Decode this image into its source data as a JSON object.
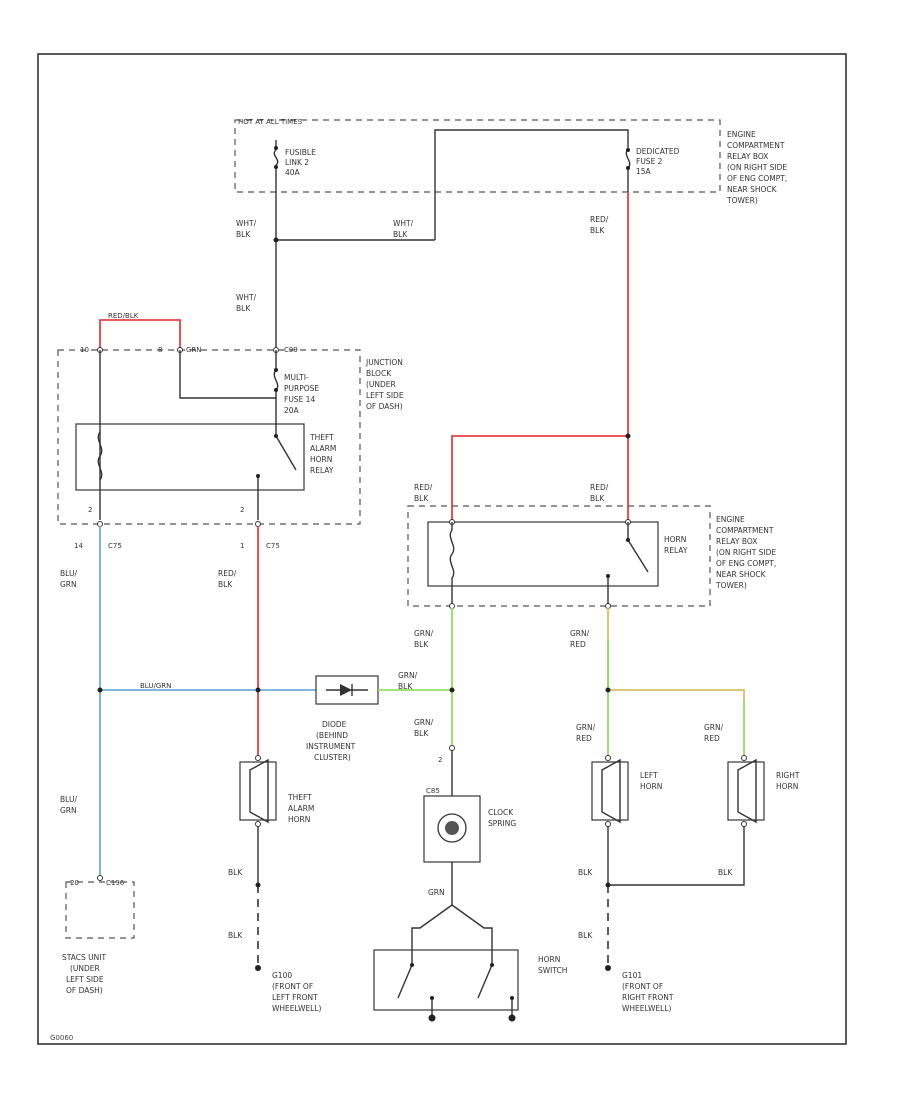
{
  "diagram": {
    "code": "G0060",
    "labels": {
      "hot_at_all_times": "HOT AT ALL TIMES",
      "fusible_link_1": "FUSIBLE",
      "fusible_link_2": "LINK 2",
      "fusible_link_3": "40A",
      "dedicated_fuse_1": "DEDICATED",
      "dedicated_fuse_2": "FUSE 2",
      "dedicated_fuse_3": "15A",
      "ecrb_top_1": "ENGINE",
      "ecrb_top_2": "COMPARTMENT",
      "ecrb_top_3": "RELAY BOX",
      "ecrb_top_4": "(ON RIGHT SIDE",
      "ecrb_top_5": "OF ENG COMPT,",
      "ecrb_top_6": "NEAR SHOCK",
      "ecrb_top_7": "TOWER)",
      "wht_blk_1a": "WHT/",
      "wht_blk_1b": "BLK",
      "wht_blk_2a": "WHT/",
      "wht_blk_2b": "BLK",
      "wht_blk_3a": "WHT/",
      "wht_blk_3b": "BLK",
      "red_blk_1a": "RED/",
      "red_blk_1b": "BLK",
      "red_blk_top": "RED/BLK",
      "grn": "GRN",
      "c_ten": "10",
      "c_8": "8",
      "c_c99": "C99",
      "junction_1": "JUNCTION",
      "junction_2": "BLOCK",
      "junction_3": "(UNDER",
      "junction_4": "LEFT SIDE",
      "junction_5": "OF DASH)",
      "mpf_1": "MULTI-",
      "mpf_2": "PURPOSE",
      "mpf_3": "FUSE 14",
      "mpf_4": "20A",
      "theft_relay_1": "THEFT",
      "theft_relay_2": "ALARM",
      "theft_relay_3": "HORN",
      "theft_relay_4": "RELAY",
      "pin_2a": "2",
      "pin_2b": "2",
      "pin_14": "14",
      "pin_1": "1",
      "c75a": "C75",
      "c75b": "C75",
      "blu_grn_1a": "BLU/",
      "blu_grn_1b": "GRN",
      "red_blk_2a": "RED/",
      "red_blk_2b": "BLK",
      "red_blk_3a": "RED/",
      "red_blk_3b": "BLK",
      "red_blk_4a": "RED/",
      "red_blk_4b": "BLK",
      "horn_relay_1": "HORN",
      "horn_relay_2": "RELAY",
      "ecrb_mid_1": "ENGINE",
      "ecrb_mid_2": "COMPARTMENT",
      "ecrb_mid_3": "RELAY BOX",
      "ecrb_mid_4": "(ON RIGHT SIDE",
      "ecrb_mid_5": "OF ENG COMPT,",
      "ecrb_mid_6": "NEAR SHOCK",
      "ecrb_mid_7": "TOWER)",
      "grn_blk_1a": "GRN/",
      "grn_blk_1b": "BLK",
      "grn_red_1a": "GRN/",
      "grn_red_1b": "RED",
      "blu_grn_h": "BLU/GRN",
      "grn_blk_2a": "GRN/",
      "grn_blk_2b": "BLK",
      "diode_1": "DIODE",
      "diode_2": "(BEHIND",
      "diode_3": "INSTRUMENT",
      "diode_4": "CLUSTER)",
      "grn_blk_3a": "GRN/",
      "grn_blk_3b": "BLK",
      "pin_2c": "2",
      "grn_red_2a": "GRN/",
      "grn_red_2b": "RED",
      "grn_red_3a": "GRN/",
      "grn_red_3b": "RED",
      "blu_grn_2a": "BLU/",
      "blu_grn_2b": "GRN",
      "theft_horn_1": "THEFT",
      "theft_horn_2": "ALARM",
      "theft_horn_3": "HORN",
      "c85": "C85",
      "clock_1": "CLOCK",
      "clock_2": "SPRING",
      "left_horn_1": "LEFT",
      "left_horn_2": "HORN",
      "right_horn_1": "RIGHT",
      "right_horn_2": "HORN",
      "blk_1": "BLK",
      "blk_2": "BLK",
      "blk_3": "BLK",
      "blk_4": "BLK",
      "blk_5": "BLK",
      "grn_2": "GRN",
      "pin_20": "20",
      "c196": "C196",
      "stacs_1": "STACS UNIT",
      "stacs_2": "(UNDER",
      "stacs_3": "LEFT SIDE",
      "stacs_4": "OF DASH)",
      "g100_1": "G100",
      "g100_2": "(FRONT OF",
      "g100_3": "LEFT FRONT",
      "g100_4": "WHEELWELL)",
      "horn_switch_1": "HORN",
      "horn_switch_2": "SWITCH",
      "g101_1": "G101",
      "g101_2": "(FRONT OF",
      "g101_3": "RIGHT FRONT",
      "g101_4": "WHEELWELL)"
    }
  }
}
